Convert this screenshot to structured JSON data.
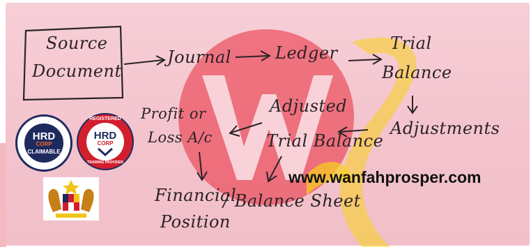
{
  "nodes": {
    "source_l1": "Source",
    "source_l2": "Document",
    "journal": "Journal",
    "ledger": "Ledger",
    "trial_l1": "Trial",
    "trial_l2": "Balance",
    "adjustments": "Adjustments",
    "adj_l1": "Adjusted",
    "adj_l2": "Trial Balance",
    "pl_l1": "Profit or",
    "pl_l2": "Loss A/c",
    "fin_l1": "Financial",
    "fin_l2": "Position",
    "balance_sheet": "/ Balance Sheet"
  },
  "website": "www.wanfahprosper.com",
  "badges": {
    "claimable": {
      "brand": "HRD",
      "corp": "CORP",
      "label": "CLAIMABLE"
    },
    "registered": {
      "top": "REGISTERED",
      "brand": "HRD",
      "corp": "CORP",
      "bottom": "TRAINING PROVIDER"
    }
  },
  "colors": {
    "paper": "#f5c8d0",
    "ink": "#2b2326",
    "watermark_red": "#ea2a3b",
    "watermark_yellow": "#f7d21a",
    "badge_navy": "#1e2a5e",
    "badge_red": "#d21f2e"
  }
}
